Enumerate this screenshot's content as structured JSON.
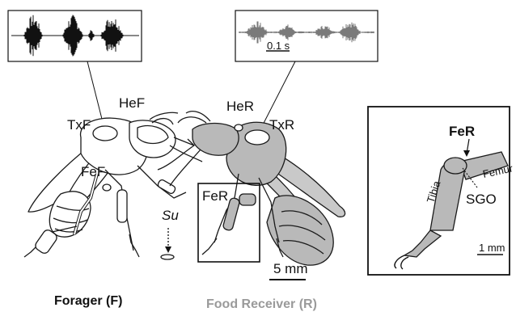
{
  "labels": {
    "txF": "TxF",
    "heF": "HeF",
    "feF": "FeF",
    "heR": "HeR",
    "txR": "TxR",
    "feR_main": "FeR",
    "su": "Su",
    "scale_main": "5 mm",
    "inset_feR": "FeR",
    "inset_femur": "Femur",
    "inset_tibia": "Tibia",
    "inset_sgo": "SGO",
    "inset_scale": "1 mm",
    "audio_scale": "0.1 s"
  },
  "legend": {
    "forager": "Forager (F)",
    "receiver": "Food Receiver (R)"
  },
  "colors": {
    "receiver_body": "#b9b9b9",
    "forager_body": "#ffffff",
    "outline": "#1a1a1a",
    "waveform_forager": "#111111",
    "waveform_receiver": "#7a7a7a",
    "receiver_text": "#9a9a9a"
  }
}
